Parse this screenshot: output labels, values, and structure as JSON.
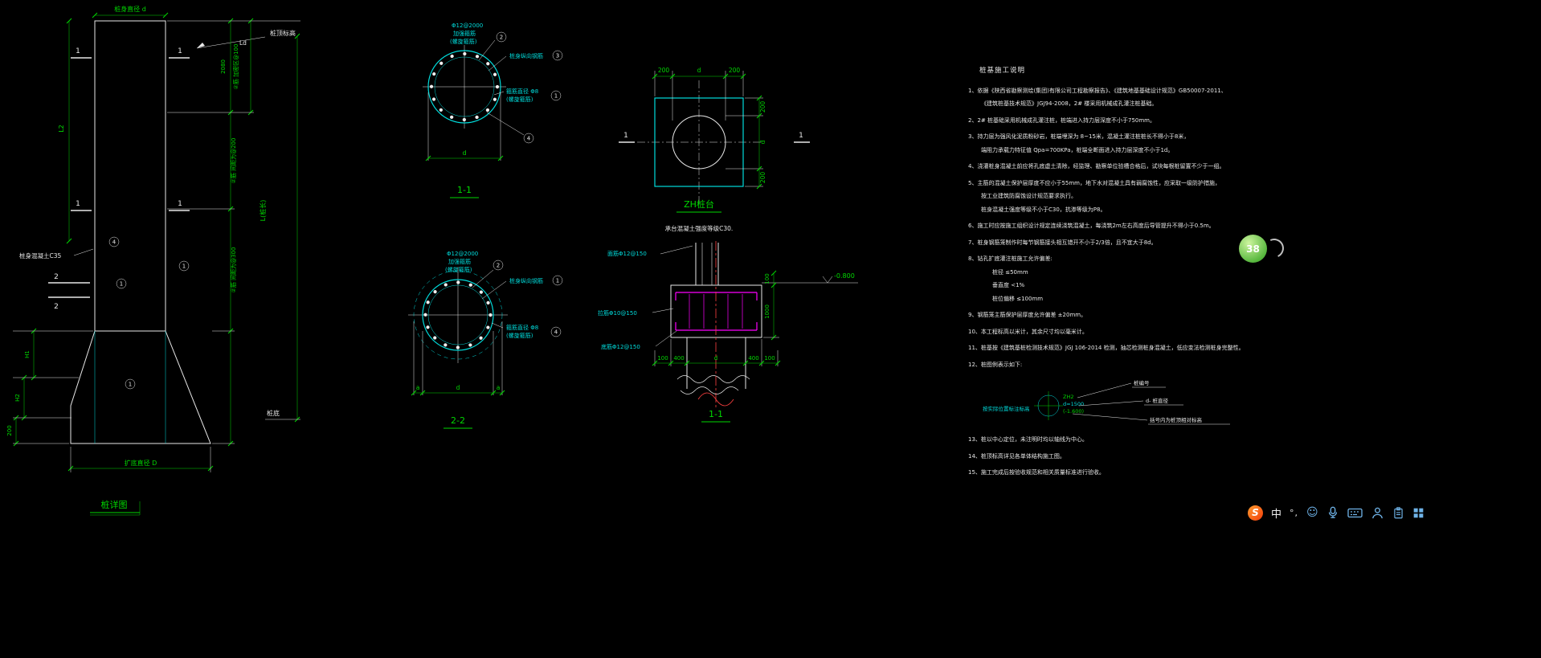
{
  "colors": {
    "background": "#000000",
    "line_cyan": "#00dcdc",
    "line_green": "#00d800",
    "line_white": "#e8e8e8",
    "rebar_magenta": "#ff00ff",
    "centerline_red": "#ff4040",
    "badge_green": "#52b43a",
    "ime_blue": "#6fb3e8"
  },
  "pile": {
    "top_dim": "桩身直径 d",
    "top_elev": "桩顶标高",
    "ld": "Ld",
    "d2080": "2080",
    "dense": "②筋 加密区@100",
    "mid": "②筋 间距为@200",
    "low": "②筋 间距为@300",
    "total": "L(桩长)",
    "l2": "L2",
    "concrete": "桩身混凝土C35",
    "h1": "H1",
    "h2": "H2",
    "d200": "200",
    "base_dim": "扩底直径 D",
    "bottom": "桩底",
    "title": "桩详图",
    "cut1": "1",
    "cut2": "2",
    "b1": "1",
    "b4": "4"
  },
  "s11": {
    "hoop1": "Φ12@2000",
    "hoop2": "加强箍筋",
    "hoop3": "(螺旋箍筋)",
    "main": "桩身纵向钢筋",
    "dia1": "箍筋直径 Φ8",
    "dia2": "(螺旋箍筋)",
    "d": "d",
    "title": "1-1",
    "b1": "1",
    "b2": "2",
    "b3": "3",
    "b4": "4"
  },
  "s22": {
    "hoop1": "Φ12@2000",
    "hoop2": "加强箍筋",
    "hoop3": "(螺旋箍筋)",
    "main": "桩身纵向钢筋",
    "dia1": "箍筋直径 Φ8",
    "dia2": "(螺旋箍筋)",
    "a1": "a",
    "d": "d",
    "a2": "a",
    "title": "2-2",
    "b1": "1",
    "b2": "2",
    "b4": "4"
  },
  "plan": {
    "title": "ZH桩台",
    "note": "承台混凝土强度等级C30.",
    "t1": "200",
    "t2": "d",
    "t3": "200",
    "r1": "200",
    "r2": "d",
    "r3": "200",
    "cut": "1"
  },
  "capsec": {
    "title": "1-1",
    "elev": "-0.800",
    "lab_top": "面筋Φ12@150",
    "lab_mid": "拉筋Φ10@150",
    "lab_bot": "底筋Φ12@150",
    "bd1": "100",
    "bd2": "400",
    "bd3": "d",
    "bd4": "400",
    "bd5": "100",
    "rd1": "100",
    "rd2": "1000"
  },
  "notes": {
    "title": "桩基施工说明",
    "lines": [
      "1、依据《陕西省勘察测绘(集团)有限公司工程勘察报告》、《建筑地基基础设计规范》GB50007-2011、",
      "《建筑桩基技术规范》JGJ94-2008，2# 楼采用机械成孔灌注桩基础。",
      "2、2# 桩基础采用机械成孔灌注桩，桩端进入持力层深度不小于750mm。",
      "3、持力层为强风化泥质粉砂岩，桩端埋深为 8~15米，混凝土灌注桩桩长不得小于8米，",
      "端阻力承载力特征值 Qpa=700KPa，桩端全断面进入持力层深度不小于1d。",
      "4、浇灌桩身混凝土前应将孔底虚土清除，经监理、勘察单位验槽合格后，试块每根桩留置不少于一组。",
      "5、主筋的混凝土保护层厚度不应小于55mm，地下水对混凝土具有弱腐蚀性，应采取一级防护措施，",
      "按工业建筑防腐蚀设计规范要求执行。",
      "桩身混凝土强度等级不小于C30，抗渗等级为P8。",
      "6、施工时应按施工组织设计规定连续浇筑混凝土，每浇筑2m左右高度后导管提升不得小于0.5m。",
      "7、桩身钢筋笼制作时每节钢筋接头相互错开不小于2/3倍，且不宜大于8d。",
      "8、钻孔扩底灌注桩施工允许偏差:",
      "桩径  ≤50mm",
      "垂直度  <1%",
      "桩位偏移  ≤100mm",
      "9、钢筋笼主筋保护层厚度允许偏差 ±20mm。",
      "10、本工程标高以米计，其余尺寸均以毫米计。",
      "11、桩基按《建筑基桩检测技术规范》JGJ 106-2014 检测，抽芯检测桩身混凝土，低应变法检测桩身完整性。",
      "12、桩图例表示如下:",
      "13、桩以中心定位，未注明时均以轴线为中心。",
      "14、桩顶标高详见各单体结构施工图。",
      "15、施工完成后按验收规范和相关质量标准进行验收。"
    ],
    "legend": {
      "mark": "ZH2",
      "dia": "d=1500",
      "elev": "(-1.600)",
      "pile_no": "桩编号",
      "pile_dia": "d- 桩直径",
      "note": "括号内为桩顶相对标高",
      "left": "按实际位置标注标高"
    }
  },
  "badge": {
    "value": "38"
  },
  "ime": {
    "logo": "S",
    "mode": "中",
    "punct": "°,",
    "icons": [
      "emoji",
      "voice",
      "keyboard",
      "handwriting",
      "clipboard",
      "toolbox"
    ]
  }
}
